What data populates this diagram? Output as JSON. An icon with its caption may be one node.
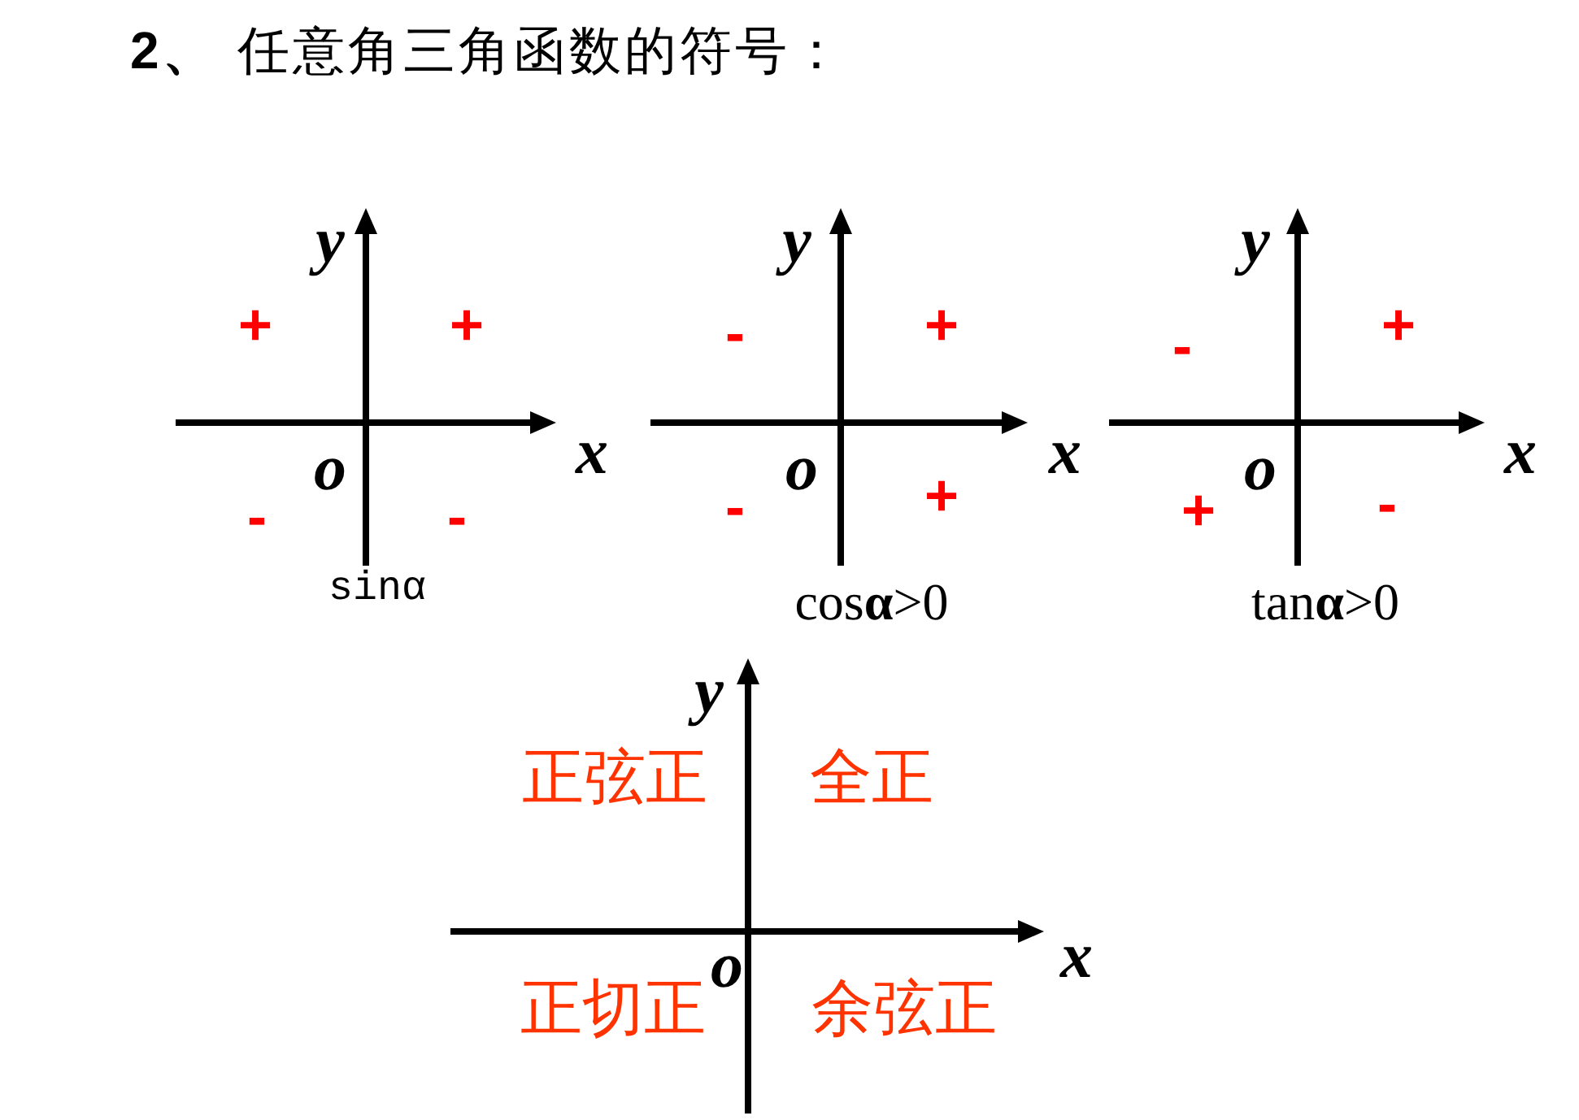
{
  "diagram": {
    "title": "**2、** 任意角三角函数的符号：",
    "labels": [
      "y",
      "+",
      "+",
      "o",
      "x",
      "-",
      "-",
      "sinα",
      "y",
      "-",
      "+",
      "o",
      "x",
      "-",
      "+",
      "cos**α**>0",
      "y",
      "-",
      "+",
      "o",
      "x",
      "+",
      "-",
      "tan**α**>0",
      "y",
      "正弦正",
      "全正",
      "o",
      "x",
      "正切正",
      "余弦正"
    ]
  }
}
